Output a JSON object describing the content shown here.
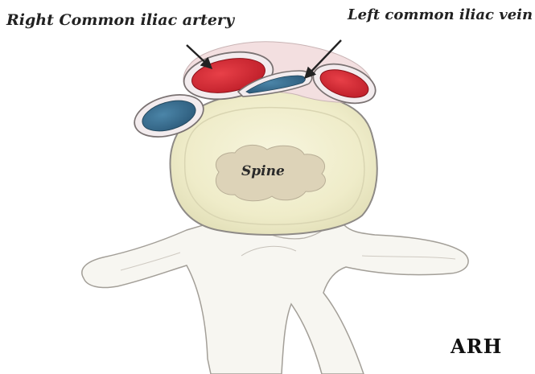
{
  "labels": {
    "right_common_iliac_artery": "Right Common iliac artery",
    "left_common_iliac_vein": "Left common iliac vein",
    "spine": "Spine",
    "signature": "ARH"
  },
  "colors": {
    "artery_red": "#d42a34",
    "vein_blue": "#3a6f93",
    "vessel_wall": "#f3ecee",
    "vertebral_body": "#efecc9",
    "bone_white": "#f7f6f1",
    "spinal_canal": "#ddd3b8",
    "outline": "#8e8a86"
  },
  "icons": {
    "artery_arrow": "arrow-down-right",
    "vein_arrow": "arrow-down-left"
  }
}
